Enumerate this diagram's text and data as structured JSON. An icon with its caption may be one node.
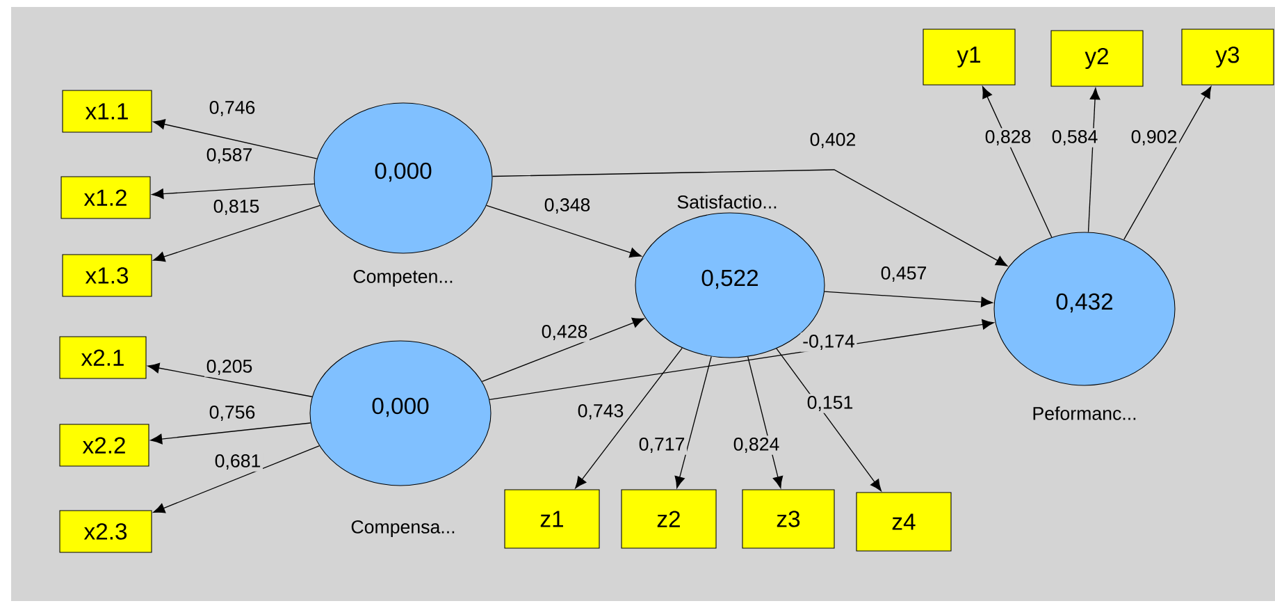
{
  "diagram": {
    "nodes": [
      {
        "text": [
          "x1.1"
        ]
      },
      {
        "text": [
          "x1.2"
        ]
      },
      {
        "text": [
          "x1.3"
        ]
      },
      {
        "text": [
          "x2.1"
        ]
      },
      {
        "text": [
          "x2.2"
        ]
      },
      {
        "text": [
          "x2.3"
        ]
      },
      {
        "text": [
          "0,000"
        ],
        "beside": [
          "Competen..."
        ]
      },
      {
        "text": [
          "0,000"
        ],
        "beside": [
          "Compensa..."
        ]
      },
      {
        "text": [
          "0,522"
        ],
        "beside": [
          "Satisfactio..."
        ]
      },
      {
        "text": [
          "0,432"
        ],
        "beside": [
          "Peformanc..."
        ]
      },
      {
        "text": [
          "y1"
        ]
      },
      {
        "text": [
          "y2"
        ]
      },
      {
        "text": [
          "y3"
        ]
      },
      {
        "text": [
          "z1"
        ]
      },
      {
        "text": [
          "z2"
        ]
      },
      {
        "text": [
          "z3"
        ]
      },
      {
        "text": [
          "z4"
        ]
      }
    ],
    "edges": [
      {
        "from": 6,
        "to": 0,
        "arrow": "to",
        "label": "0,746"
      },
      {
        "from": 6,
        "to": 1,
        "arrow": "to",
        "label": "0,587"
      },
      {
        "from": 6,
        "to": 2,
        "arrow": "to",
        "label": "0,815"
      },
      {
        "from": 7,
        "to": 3,
        "arrow": "to",
        "label": "0,205"
      },
      {
        "from": 7,
        "to": 4,
        "arrow": "to",
        "label": "0,756"
      },
      {
        "from": 7,
        "to": 5,
        "arrow": "to",
        "label": "0,681"
      },
      {
        "from": 6,
        "to": 8,
        "arrow": "to",
        "label": "0,348"
      },
      {
        "from": 7,
        "to": 8,
        "arrow": "to",
        "label": "0,428"
      },
      {
        "from": 6,
        "to": 9,
        "arrow": "to",
        "label": "0,402"
      },
      {
        "from": 8,
        "to": 9,
        "arrow": "to",
        "label": "0,457"
      },
      {
        "from": 7,
        "to": 9,
        "arrow": "to",
        "label": "-0,174"
      },
      {
        "from": 8,
        "to": 13,
        "arrow": "to",
        "label": "0,743"
      },
      {
        "from": 8,
        "to": 14,
        "arrow": "to",
        "label": "0,717"
      },
      {
        "from": 8,
        "to": 15,
        "arrow": "to",
        "label": "0,824"
      },
      {
        "from": 8,
        "to": 16,
        "arrow": "to",
        "label": "0,151"
      },
      {
        "from": 9,
        "to": 10,
        "arrow": "to",
        "label": "0,828"
      },
      {
        "from": 9,
        "to": 11,
        "arrow": "to",
        "label": "0,584"
      },
      {
        "from": 9,
        "to": 12,
        "arrow": "to",
        "label": "0,902"
      }
    ]
  }
}
